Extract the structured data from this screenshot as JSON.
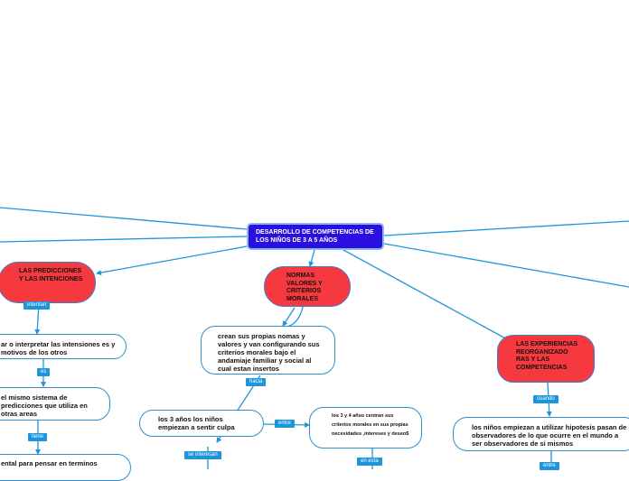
{
  "root": {
    "label": "DESARROLLO DE COMPETENCIAS DE LOS NIÑOS DE 3 A 5 AÑOS"
  },
  "nodes": {
    "predicciones": "LAS PREDICCIONES Y LAS INTENCIONES",
    "normas": "NORMAS VALORES Y CRITERIOS MORALES",
    "experiencias": "LAS EXPERIENCIAS REORGANIZADO RAS Y LAS COMPETENCIAS",
    "interpretar": "ar o interpretar las intensiones es y motivos de los otros",
    "mismo_sistema": "el mismo sistema de predicciones que utiliza en otras areas",
    "mental": "ental para pensar en terminos",
    "propias_normas": "crean sus propias nomas y valores y van configurando sus criterios morales bajo el andamiaje familiar y social al cual estan insertos",
    "culpa": "los 3 años los niños empiezan a sentir culpa",
    "criterios_propios": "los 3 y 4 años centran sus criterios morales en sus propias necesidades ,intereses y deseo$",
    "hipotesis": "los niños empiezan a utilizar hipotesis pasan de observadores de lo que ocurre en el mundo a ser observadores de si mismos"
  },
  "tags": {
    "intentan": "intentan",
    "es": "es",
    "tiene": "tiene",
    "hacia": "hacia",
    "entre": "entre",
    "se_interesan": "se interesan",
    "en_esta": "en esta",
    "cuando": "cuando",
    "entre2": "entre"
  },
  "colors": {
    "root": "#2a10e0",
    "main_topic": "#f6393f",
    "connector": "#1d95db",
    "node_border": "#2e8fd0"
  }
}
